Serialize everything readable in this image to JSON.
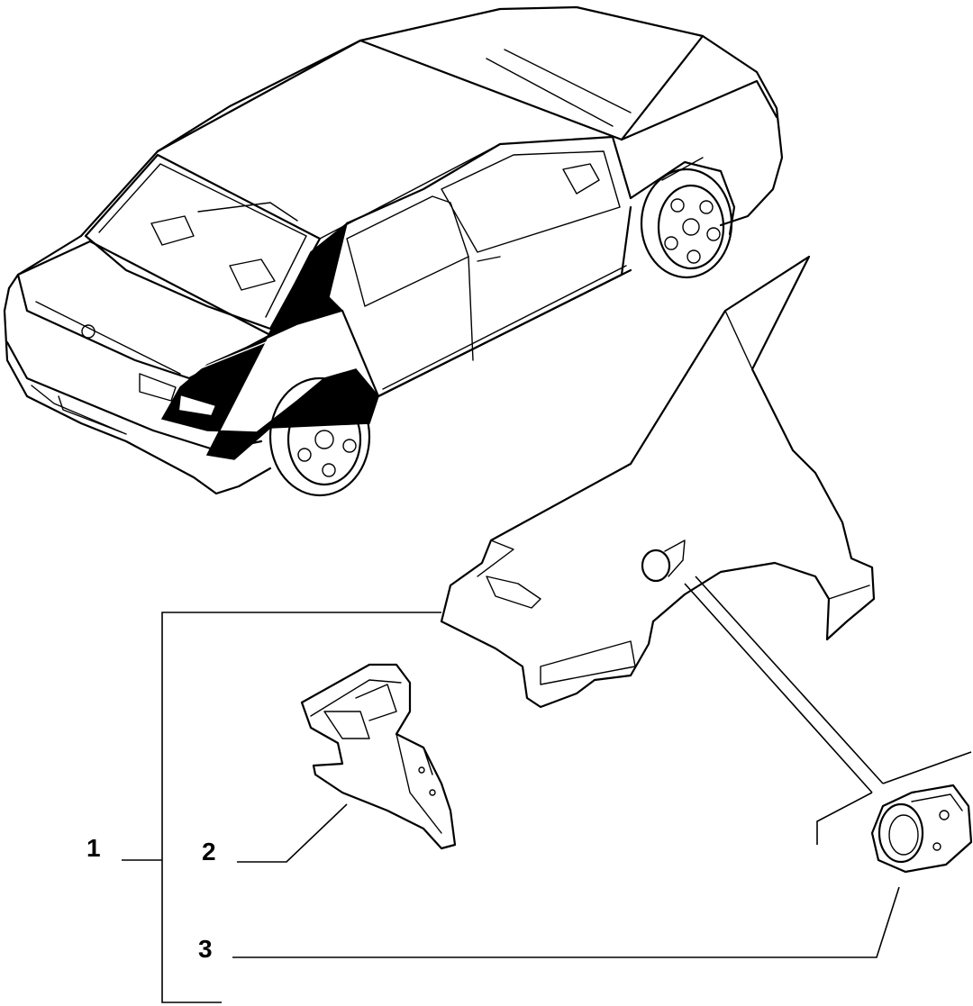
{
  "callouts": {
    "item1": "1",
    "item2": "2",
    "item3": "3"
  },
  "colors": {
    "ink": "#000000",
    "paper": "#ffffff"
  }
}
